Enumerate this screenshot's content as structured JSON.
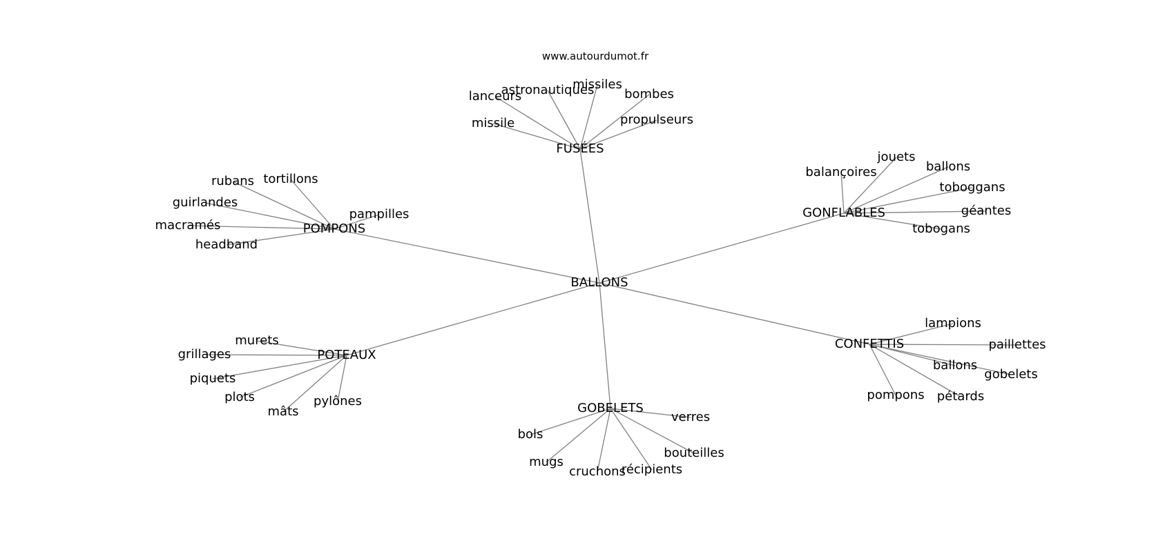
{
  "watermark": "www.autourdumot.fr",
  "graph": {
    "center": "BALLONS",
    "groups": [
      {
        "hub": "FUSÉES",
        "leaves": [
          "lanceurs",
          "astronautiques",
          "missiles",
          "bombes",
          "missile",
          "propulseurs"
        ]
      },
      {
        "hub": "GONFLABLES",
        "leaves": [
          "balançoires",
          "jouets",
          "ballons",
          "toboggans",
          "géantes",
          "tobogans"
        ]
      },
      {
        "hub": "POMPONS",
        "leaves": [
          "rubans",
          "tortillons",
          "guirlandes",
          "pampilles",
          "macramés",
          "headband"
        ]
      },
      {
        "hub": "POTEAUX",
        "leaves": [
          "murets",
          "grillages",
          "piquets",
          "plots",
          "mâts",
          "pylônes"
        ]
      },
      {
        "hub": "GOBELETS",
        "leaves": [
          "verres",
          "bols",
          "bouteilles",
          "mugs",
          "récipients",
          "cruchons"
        ]
      },
      {
        "hub": "CONFETTIS",
        "leaves": [
          "lampions",
          "paillettes",
          "ballons",
          "gobelets",
          "pompons",
          "pétards"
        ]
      }
    ]
  }
}
